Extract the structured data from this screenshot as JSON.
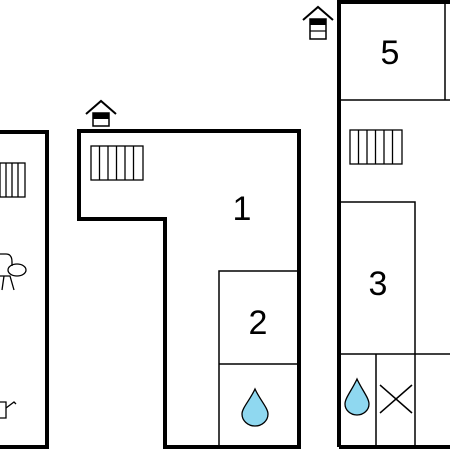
{
  "floor_plan": {
    "rooms": [
      {
        "id": "room-1",
        "label": "1"
      },
      {
        "id": "room-2",
        "label": "2"
      },
      {
        "id": "room-3",
        "label": "3"
      },
      {
        "id": "room-5",
        "label": "5"
      }
    ],
    "icons": {
      "entrance": "entrance-house-icon",
      "radiator": "radiator-icon",
      "bathroom": "water-drop-icon",
      "storage": "cross-box-icon",
      "chair": "armchair-icon",
      "tap": "tap-icon"
    },
    "colors": {
      "walls": "#000000",
      "water_drop": "#8fd8f0",
      "background": "#ffffff"
    }
  }
}
